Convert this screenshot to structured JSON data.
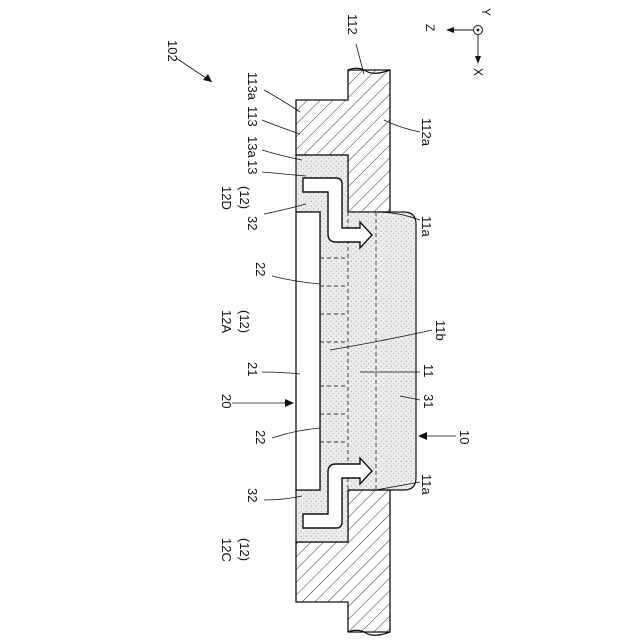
{
  "figure": {
    "labels": {
      "assembly": "102",
      "part_112": "112",
      "part_113a": "113a",
      "part_113": "113",
      "part_13a": "13a",
      "part_13": "13",
      "part_112a": "112a",
      "part_12D": "12D",
      "part_12D_sub": "(12)",
      "part_32_top": "32",
      "part_11a_top": "11a",
      "part_22_top": "22",
      "part_12A": "12A",
      "part_12A_sub": "(12)",
      "part_11b": "11b",
      "part_21": "21",
      "part_11": "11",
      "part_20": "20",
      "part_31": "31",
      "part_22_bottom": "22",
      "part_10": "10",
      "part_32_bottom": "32",
      "part_11a_bottom": "11a",
      "part_12C": "12C",
      "part_12C_sub": "(12)"
    },
    "axes": {
      "z": "Z",
      "y": "Y",
      "x": "X"
    }
  }
}
